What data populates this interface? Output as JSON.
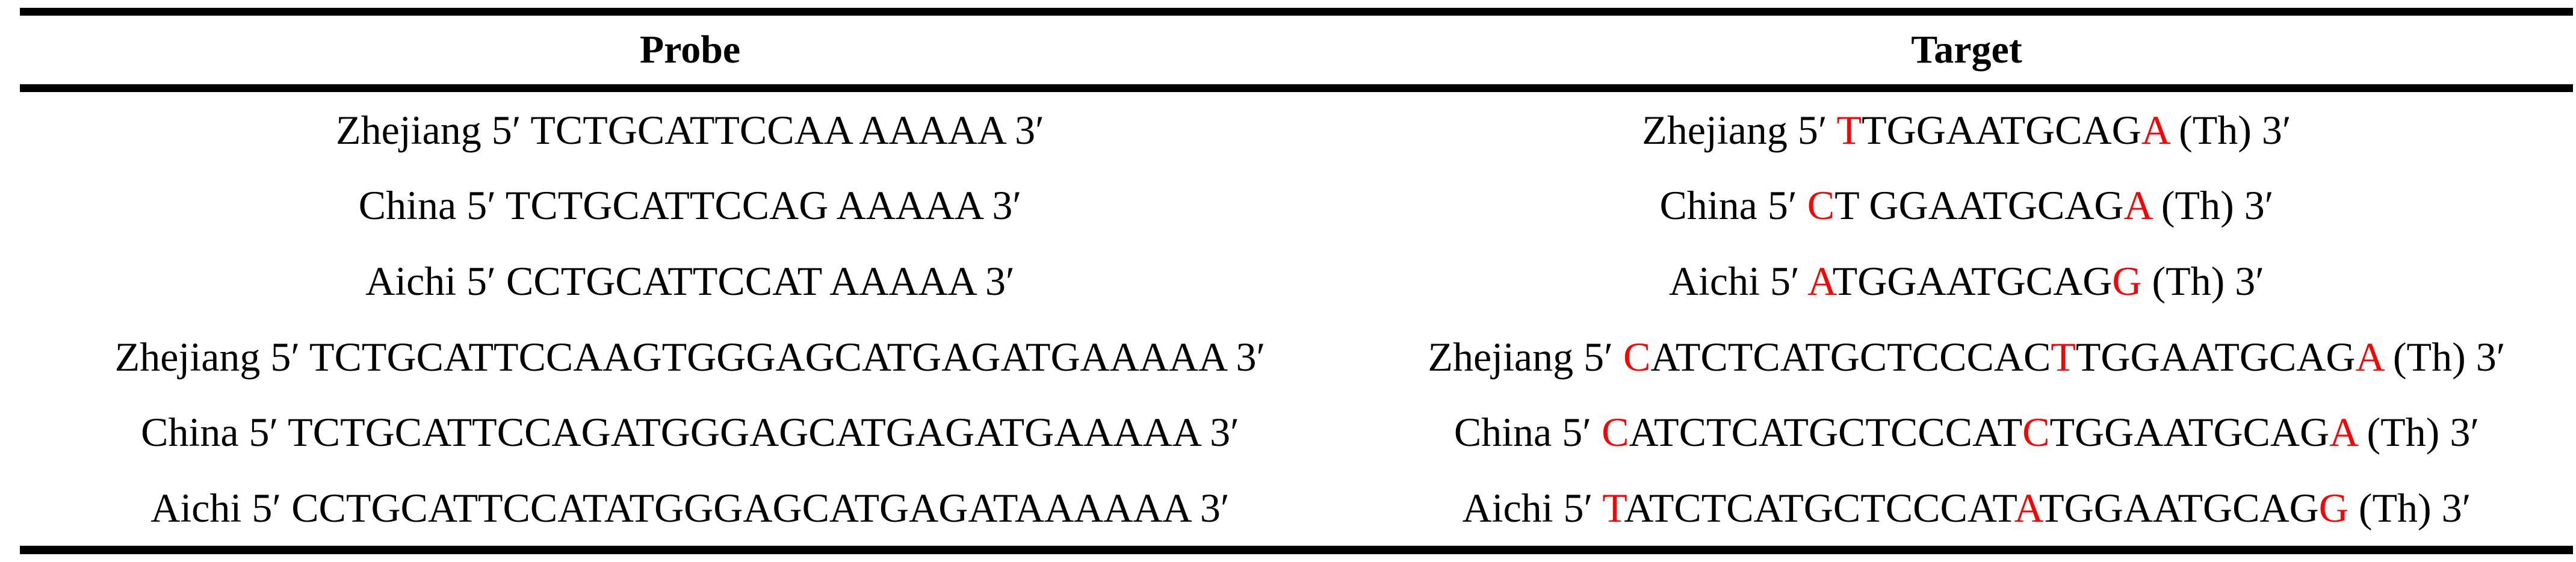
{
  "title": "Probe and target oligonucleotide sequences",
  "colors": {
    "text": "#000000",
    "highlight": "#ff0000",
    "rule": "#000000",
    "background": "#ffffff"
  },
  "table": {
    "columns": [
      {
        "label": "Probe"
      },
      {
        "label": "Target"
      }
    ],
    "rows": [
      {
        "probe": [
          {
            "text": "Zhejiang 5′ TCTGCATTCCAA AAAAA 3′",
            "color": "text"
          }
        ],
        "target": [
          {
            "text": "Zhejiang 5′ ",
            "color": "text"
          },
          {
            "text": "T",
            "color": "highlight"
          },
          {
            "text": "TGGAATGCAG",
            "color": "text"
          },
          {
            "text": "A",
            "color": "highlight"
          },
          {
            "text": " (Th) 3′",
            "color": "text"
          }
        ]
      },
      {
        "probe": [
          {
            "text": "China 5′ TCTGCATTCCAG AAAAA 3′",
            "color": "text"
          }
        ],
        "target": [
          {
            "text": "China 5′ ",
            "color": "text"
          },
          {
            "text": "C",
            "color": "highlight"
          },
          {
            "text": "T GGAATGCAG",
            "color": "text"
          },
          {
            "text": "A",
            "color": "highlight"
          },
          {
            "text": " (Th) 3′",
            "color": "text"
          }
        ]
      },
      {
        "probe": [
          {
            "text": "Aichi 5′ CCTGCATTCCAT AAAAA 3′",
            "color": "text"
          }
        ],
        "target": [
          {
            "text": "Aichi 5′ ",
            "color": "text"
          },
          {
            "text": "A",
            "color": "highlight"
          },
          {
            "text": "TGGAATGCAG",
            "color": "text"
          },
          {
            "text": "G",
            "color": "highlight"
          },
          {
            "text": " (Th) 3′",
            "color": "text"
          }
        ]
      },
      {
        "probe": [
          {
            "text": "Zhejiang 5′ TCTGCATTCCAAGTGGGAGCATGAGATGAAAAA 3′",
            "color": "text"
          }
        ],
        "target": [
          {
            "text": "Zhejiang 5′ ",
            "color": "text"
          },
          {
            "text": "C",
            "color": "highlight"
          },
          {
            "text": "ATCTCATGCTCCCAC",
            "color": "text"
          },
          {
            "text": "T",
            "color": "highlight"
          },
          {
            "text": "TGGAATGCAG",
            "color": "text"
          },
          {
            "text": "A",
            "color": "highlight"
          },
          {
            "text": " (Th) 3′",
            "color": "text"
          }
        ]
      },
      {
        "probe": [
          {
            "text": "China 5′ TCTGCATTCCAGATGGGAGCATGAGATGAAAAA 3′",
            "color": "text"
          }
        ],
        "target": [
          {
            "text": "China 5′ ",
            "color": "text"
          },
          {
            "text": "C",
            "color": "highlight"
          },
          {
            "text": "ATCTCATGCTCCCAT",
            "color": "text"
          },
          {
            "text": "C",
            "color": "highlight"
          },
          {
            "text": "TGGAATGCAG",
            "color": "text"
          },
          {
            "text": "A",
            "color": "highlight"
          },
          {
            "text": " (Th) 3′",
            "color": "text"
          }
        ]
      },
      {
        "probe": [
          {
            "text": "Aichi 5′ CCTGCATTCCATATGGGAGCATGAGATAAAAAA 3′",
            "color": "text"
          }
        ],
        "target": [
          {
            "text": "Aichi 5′ ",
            "color": "text"
          },
          {
            "text": "T",
            "color": "highlight"
          },
          {
            "text": "ATCTCATGCTCCCAT",
            "color": "text"
          },
          {
            "text": "A",
            "color": "highlight"
          },
          {
            "text": "TGGAATGCAG",
            "color": "text"
          },
          {
            "text": "G",
            "color": "highlight"
          },
          {
            "text": " (Th) 3′",
            "color": "text"
          }
        ]
      }
    ]
  }
}
